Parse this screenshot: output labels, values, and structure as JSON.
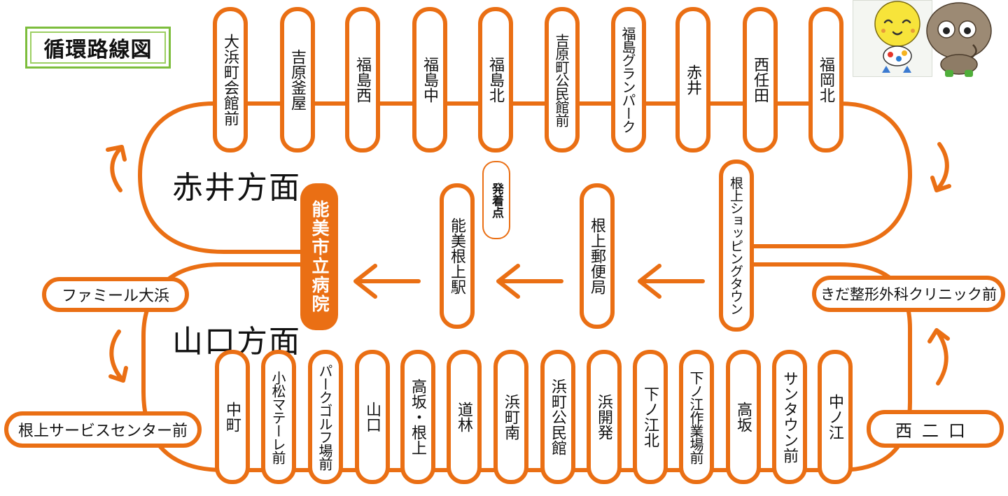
{
  "title": "循環路線図",
  "direction_labels": {
    "akai": "赤井方面",
    "yamaguchi": "山口方面"
  },
  "top_stops": [
    "大浜町会館前",
    "吉原釜屋",
    "福島西",
    "福島中",
    "福島北",
    "吉原町公民館前",
    "福島グランパーク",
    "赤井",
    "西任田",
    "福岡北"
  ],
  "middle_stops": [
    "能美根上駅",
    "根上郵便局",
    "根上ショッピングタウン"
  ],
  "hospital": "能美市立病院",
  "origin_label": "発着点",
  "bottom_stops": [
    "中町",
    "小松マテーレ前",
    "パークゴルフ場前",
    "山口",
    "高坂・根上",
    "道林",
    "浜町南",
    "浜町公民館",
    "浜開発",
    "下ノ江北",
    "下ノ江作業場前",
    "高坂",
    "サンタウン前",
    "中ノ江"
  ],
  "side_stops": {
    "famiiru": "ファミール大浜",
    "negami_service": "根上サービスセンター前",
    "kida": "きだ整形外科クリニック前",
    "nishi_ni": "西二口"
  },
  "colors": {
    "route": "#ea6f14",
    "title_border": "#7cbd3c",
    "text": "#111111"
  },
  "icons": [
    "arrow-left-icon",
    "curved-arrow-icon",
    "mascot-illustration"
  ]
}
